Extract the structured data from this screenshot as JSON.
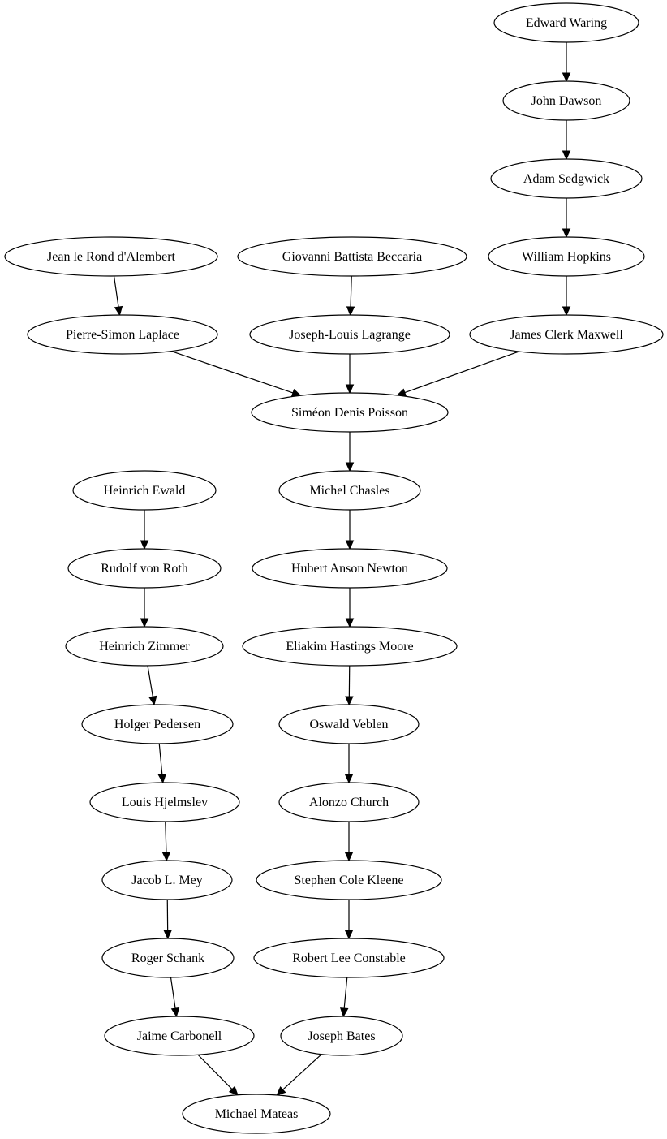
{
  "graph": {
    "nodes": {
      "waring": "Edward Waring",
      "dawson": "John Dawson",
      "sedgwick": "Adam Sedgwick",
      "dalembert": "Jean le Rond d'Alembert",
      "beccaria": "Giovanni Battista Beccaria",
      "hopkins": "William Hopkins",
      "laplace": "Pierre-Simon Laplace",
      "lagrange": "Joseph-Louis Lagrange",
      "maxwell": "James Clerk Maxwell",
      "poisson": "Siméon Denis Poisson",
      "ewald": "Heinrich Ewald",
      "chasles": "Michel Chasles",
      "roth": "Rudolf von Roth",
      "newton": "Hubert Anson Newton",
      "zimmer": "Heinrich Zimmer",
      "moore": "Eliakim Hastings Moore",
      "pedersen": "Holger Pedersen",
      "veblen": "Oswald Veblen",
      "hjelmslev": "Louis Hjelmslev",
      "church": "Alonzo Church",
      "mey": "Jacob L. Mey",
      "kleene": "Stephen Cole Kleene",
      "schank": "Roger Schank",
      "constable": "Robert Lee Constable",
      "carbonell": "Jaime Carbonell",
      "bates": "Joseph Bates",
      "mateas": "Michael Mateas"
    },
    "edges": [
      [
        "waring",
        "dawson"
      ],
      [
        "dawson",
        "sedgwick"
      ],
      [
        "sedgwick",
        "hopkins"
      ],
      [
        "hopkins",
        "maxwell"
      ],
      [
        "dalembert",
        "laplace"
      ],
      [
        "beccaria",
        "lagrange"
      ],
      [
        "laplace",
        "poisson"
      ],
      [
        "lagrange",
        "poisson"
      ],
      [
        "maxwell",
        "poisson"
      ],
      [
        "poisson",
        "chasles"
      ],
      [
        "chasles",
        "newton"
      ],
      [
        "newton",
        "moore"
      ],
      [
        "moore",
        "veblen"
      ],
      [
        "veblen",
        "church"
      ],
      [
        "church",
        "kleene"
      ],
      [
        "kleene",
        "constable"
      ],
      [
        "constable",
        "bates"
      ],
      [
        "ewald",
        "roth"
      ],
      [
        "roth",
        "zimmer"
      ],
      [
        "zimmer",
        "pedersen"
      ],
      [
        "pedersen",
        "hjelmslev"
      ],
      [
        "hjelmslev",
        "mey"
      ],
      [
        "mey",
        "schank"
      ],
      [
        "schank",
        "carbonell"
      ],
      [
        "carbonell",
        "mateas"
      ],
      [
        "bates",
        "mateas"
      ]
    ]
  }
}
